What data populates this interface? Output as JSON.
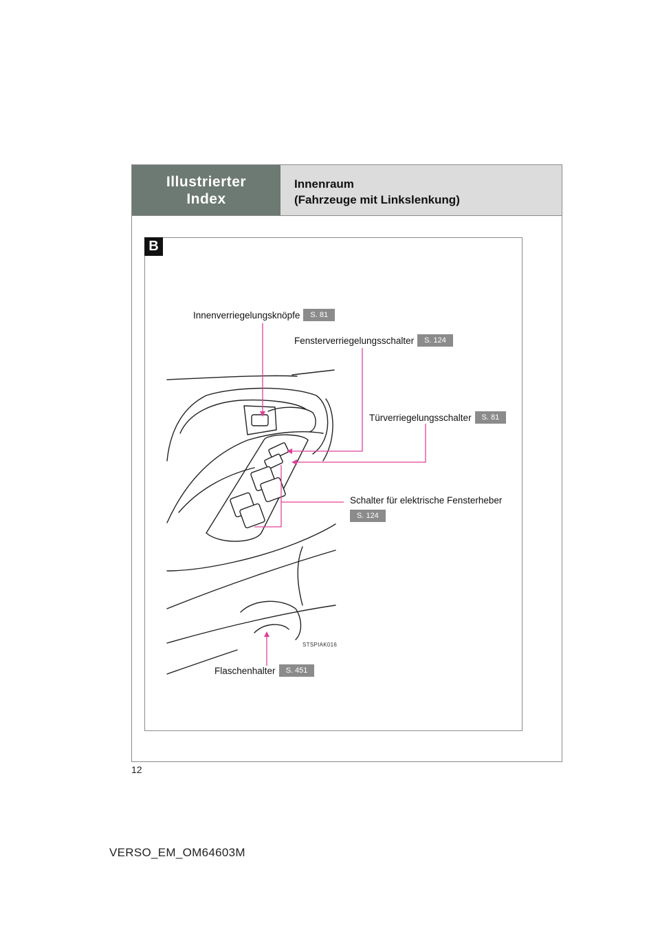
{
  "header": {
    "section_line1": "Illustrierter",
    "section_line2": "Index",
    "title_line1": "Innenraum",
    "title_line2": "(Fahrzeuge mit Linkslenkung)"
  },
  "panel": {
    "badge": "B",
    "image_code": "STSPIAK016",
    "callouts": [
      {
        "label": "Innenverriegelungsknöpfe",
        "page": "S. 81"
      },
      {
        "label": "Fensterverriegelungsschalter",
        "page": "S. 124"
      },
      {
        "label": "Türverriegelungsschalter",
        "page": "S. 81"
      },
      {
        "label": "Schalter für elektrische Fensterheber",
        "page": "S. 124"
      },
      {
        "label": "Flaschenhalter",
        "page": "S. 451"
      }
    ]
  },
  "colors": {
    "header_dark": "#6d7a74",
    "header_light": "#dcdcdc",
    "callout_line": "#e0409a",
    "ref_badge": "#8b8b8b"
  },
  "footer": {
    "page_number": "12",
    "document_code": "VERSO_EM_OM64603M"
  }
}
